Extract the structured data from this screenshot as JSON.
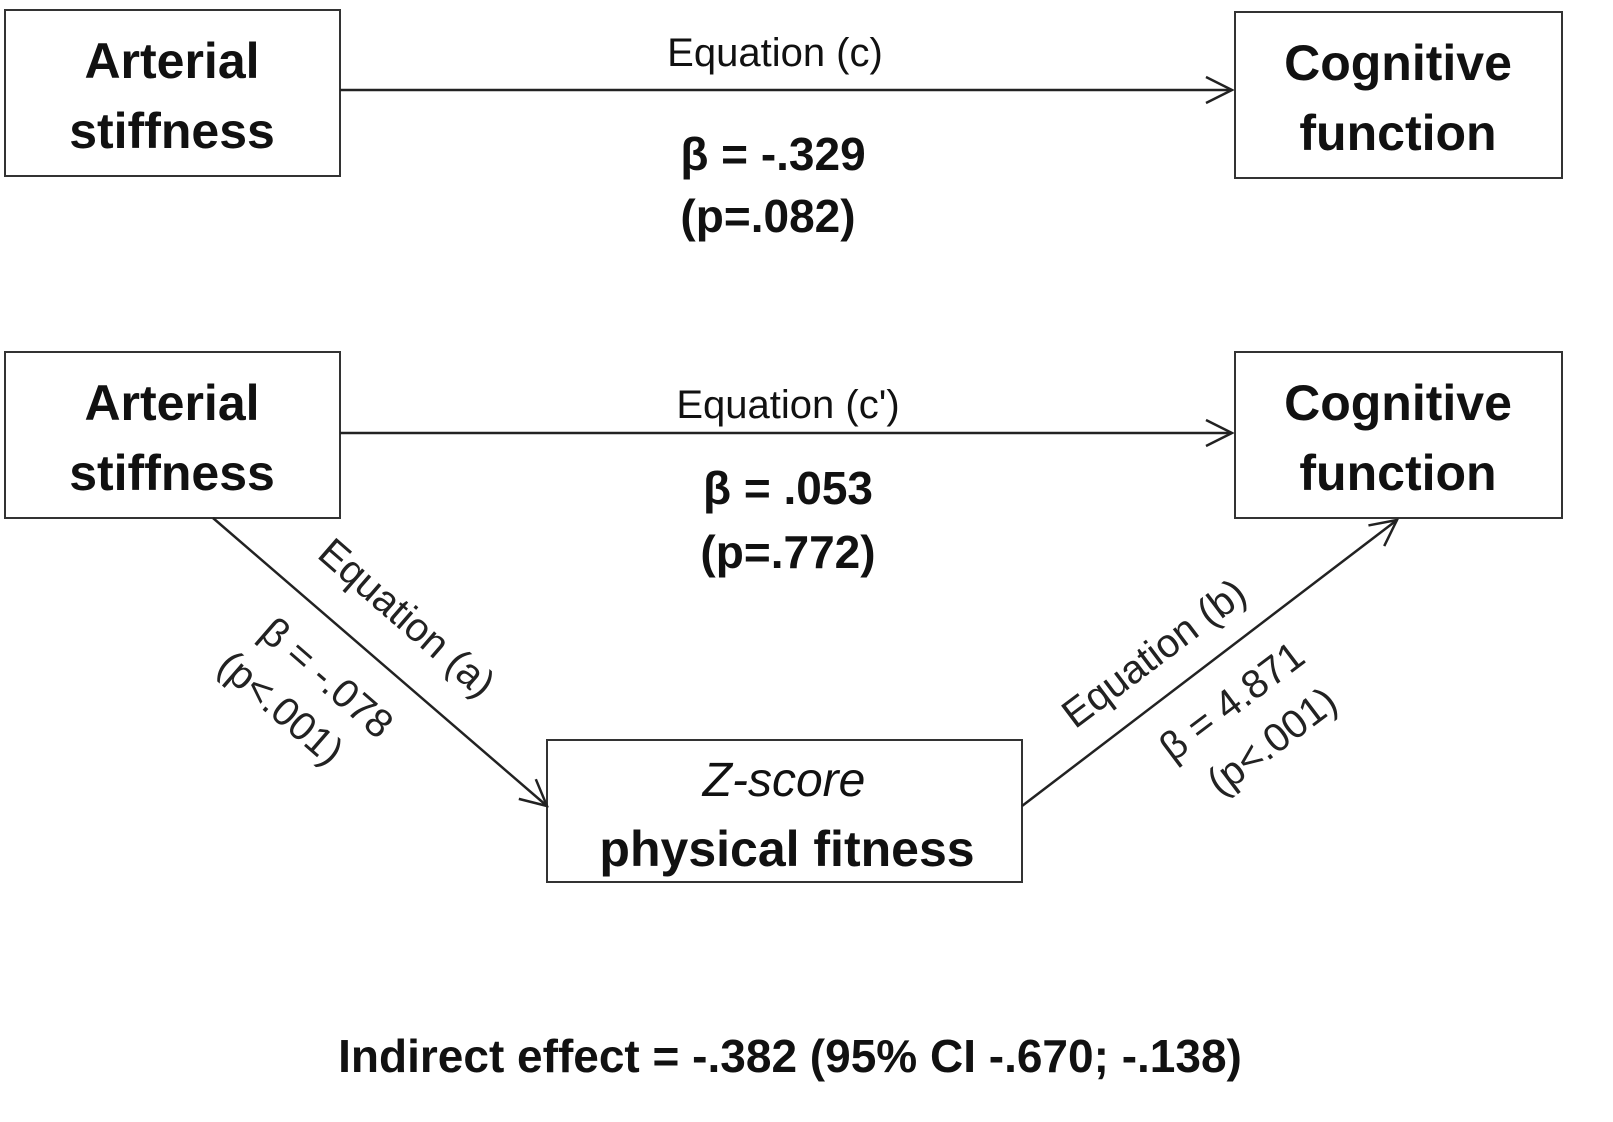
{
  "nodes": {
    "top_left": [
      "Arterial",
      "stiffness"
    ],
    "top_right": [
      "Cognitive",
      "function"
    ],
    "mid_left": [
      "Arterial",
      "stiffness"
    ],
    "mid_right": [
      "Cognitive",
      "function"
    ],
    "mediator": {
      "italic": "Z-score",
      "line2": "physical fitness"
    }
  },
  "paths": {
    "c": {
      "label": "Equation (c)",
      "beta": "β = -.329",
      "p": "(p=.082)"
    },
    "c_prime": {
      "label": "Equation (c')",
      "beta": "β = .053",
      "p": "(p=.772)"
    },
    "a": {
      "label": "Equation (a)",
      "beta": "β = -.078",
      "p": "(p<.001)"
    },
    "b": {
      "label": "Equation (b)",
      "beta": "β = 4.871",
      "p": "(p<.001)"
    }
  },
  "footer": "Indirect effect = -.382 (95% CI -.670; -.138)"
}
